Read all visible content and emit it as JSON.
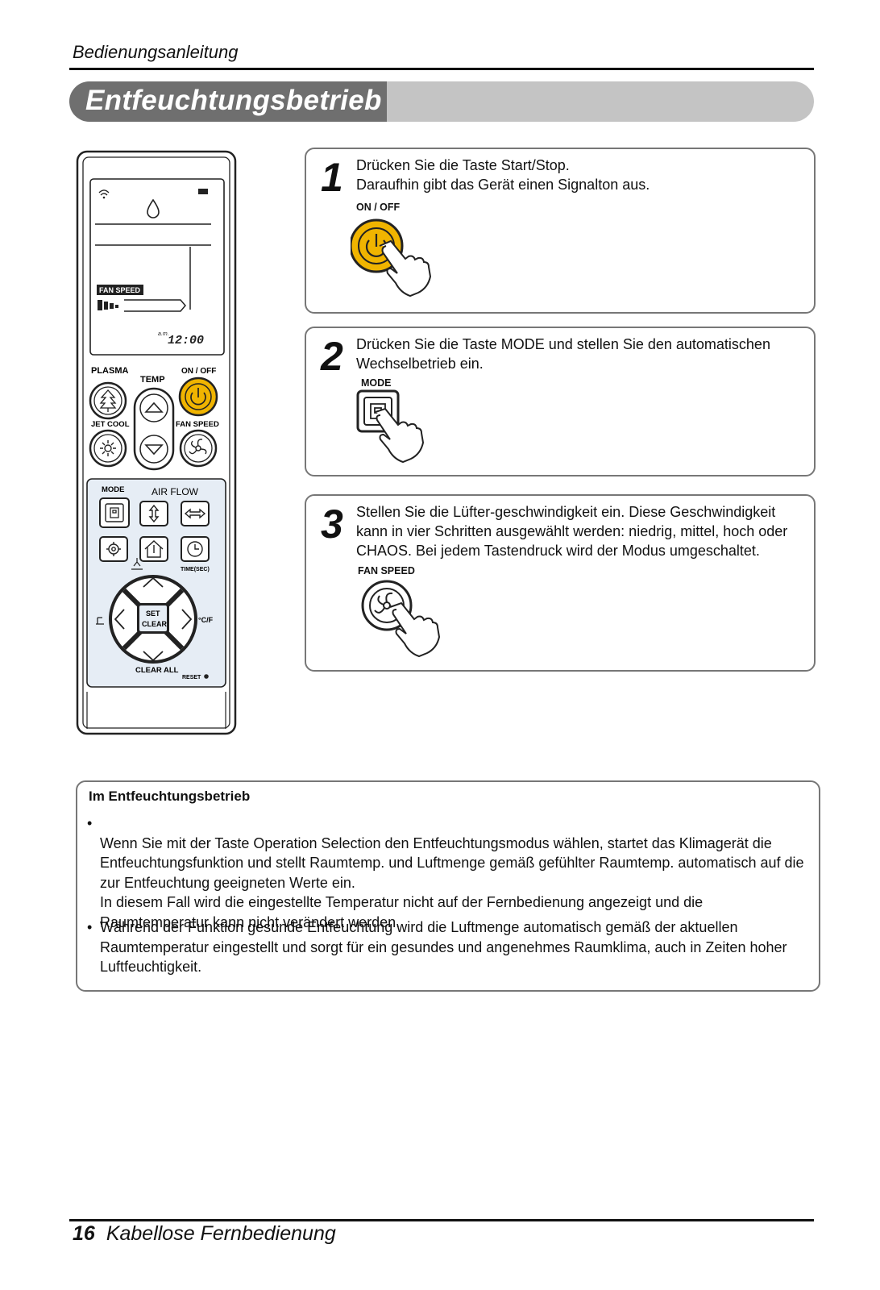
{
  "header": {
    "manual_label": "Bedienungsanleitung"
  },
  "title": "Entfeuchtungsbetrieb",
  "remote": {
    "display_fan_speed": "FAN SPEED",
    "display_time": "12:00",
    "display_am": "a.m.",
    "label_plasma": "PLASMA",
    "label_on_off": "ON / OFF",
    "label_temp": "TEMP",
    "label_jet_cool": "JET COOL",
    "label_fan_speed": "FAN SPEED",
    "label_mode": "MODE",
    "label_air_flow": "AIR FLOW",
    "label_time_set": "TIME(SEC)",
    "label_set": "SET",
    "label_clear": "CLEAR",
    "label_clear_all": "CLEAR ALL",
    "label_reset": "RESET"
  },
  "steps": [
    {
      "number": "1",
      "text": "Drücken Sie die Taste Start/Stop.\nDaraufhin gibt das Gerät einen Signalton aus.",
      "button_label": "ON / OFF"
    },
    {
      "number": "2",
      "text": "Drücken Sie die Taste MODE und stellen Sie den automatischen Wechselbetrieb ein.",
      "button_label": "MODE"
    },
    {
      "number": "3",
      "text": "Stellen Sie die Lüfter-geschwindigkeit ein. Diese Geschwindigkeit kann in vier Schritten ausgewählt werden: niedrig, mittel, hoch oder CHAOS. Bei jedem Tastendruck wird der Modus umgeschaltet.",
      "button_label": "FAN SPEED"
    }
  ],
  "notes": {
    "title": "Im Entfeuchtungsbetrieb",
    "items": [
      "Wenn Sie mit der Taste Operation Selection den Entfeuchtungsmodus wählen, startet das Klimagerät die Entfeuchtungsfunktion und stellt Raumtemp. und Luftmenge gemäß gefühlter Raumtemp. automatisch auf die zur Entfeuchtung geeigneten Werte ein.\nIn diesem Fall wird die eingestellte Temperatur nicht auf der Fernbedienung angezeigt und die Raumtemperatur kann nicht verändert werden.",
      "Während der Funktion gesunde Entfeuchtung wird die Luftmenge automatisch gemäß der aktuellen Raumtemperatur eingestellt und sorgt für ein gesundes und angenehmes Raumklima, auch in Zeiten hoher Luftfeuchtigkeit."
    ]
  },
  "footer": {
    "page_number": "16",
    "section": "Kabellose Fernbedienung"
  },
  "colors": {
    "accent_button": "#f0b400",
    "title_dark": "#6f6f6f",
    "title_light": "#c4c4c4",
    "panel_blue": "#e6edf5"
  },
  "icons": [
    "signal-icon",
    "battery-icon",
    "water-drop-icon",
    "power-icon",
    "plasma-icon",
    "jet-cool-icon",
    "fan-icon",
    "mode-icon",
    "swing-vertical-icon",
    "swing-horizontal-icon",
    "settings-icon",
    "home-temp-icon",
    "clock-icon",
    "hand-pointer-icon"
  ]
}
